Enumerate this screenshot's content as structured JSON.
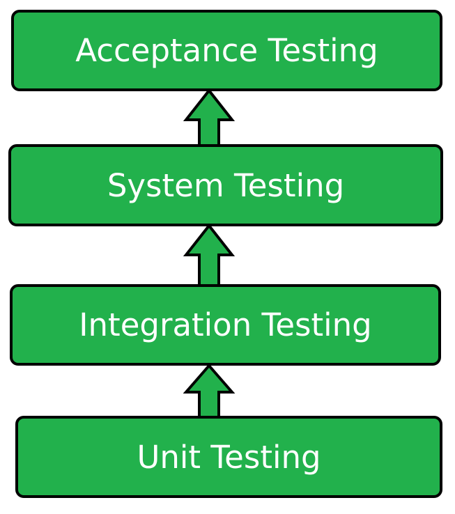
{
  "diagram": {
    "stages": [
      {
        "label": "Acceptance Testing"
      },
      {
        "label": "System Testing"
      },
      {
        "label": "Integration Testing"
      },
      {
        "label": "Unit Testing"
      }
    ],
    "colors": {
      "box_fill": "#22b14c",
      "box_stroke": "#000000",
      "label_text": "#ffffff",
      "arrow_fill": "#22b14c"
    },
    "arrow_icon": "up-arrow-icon"
  }
}
